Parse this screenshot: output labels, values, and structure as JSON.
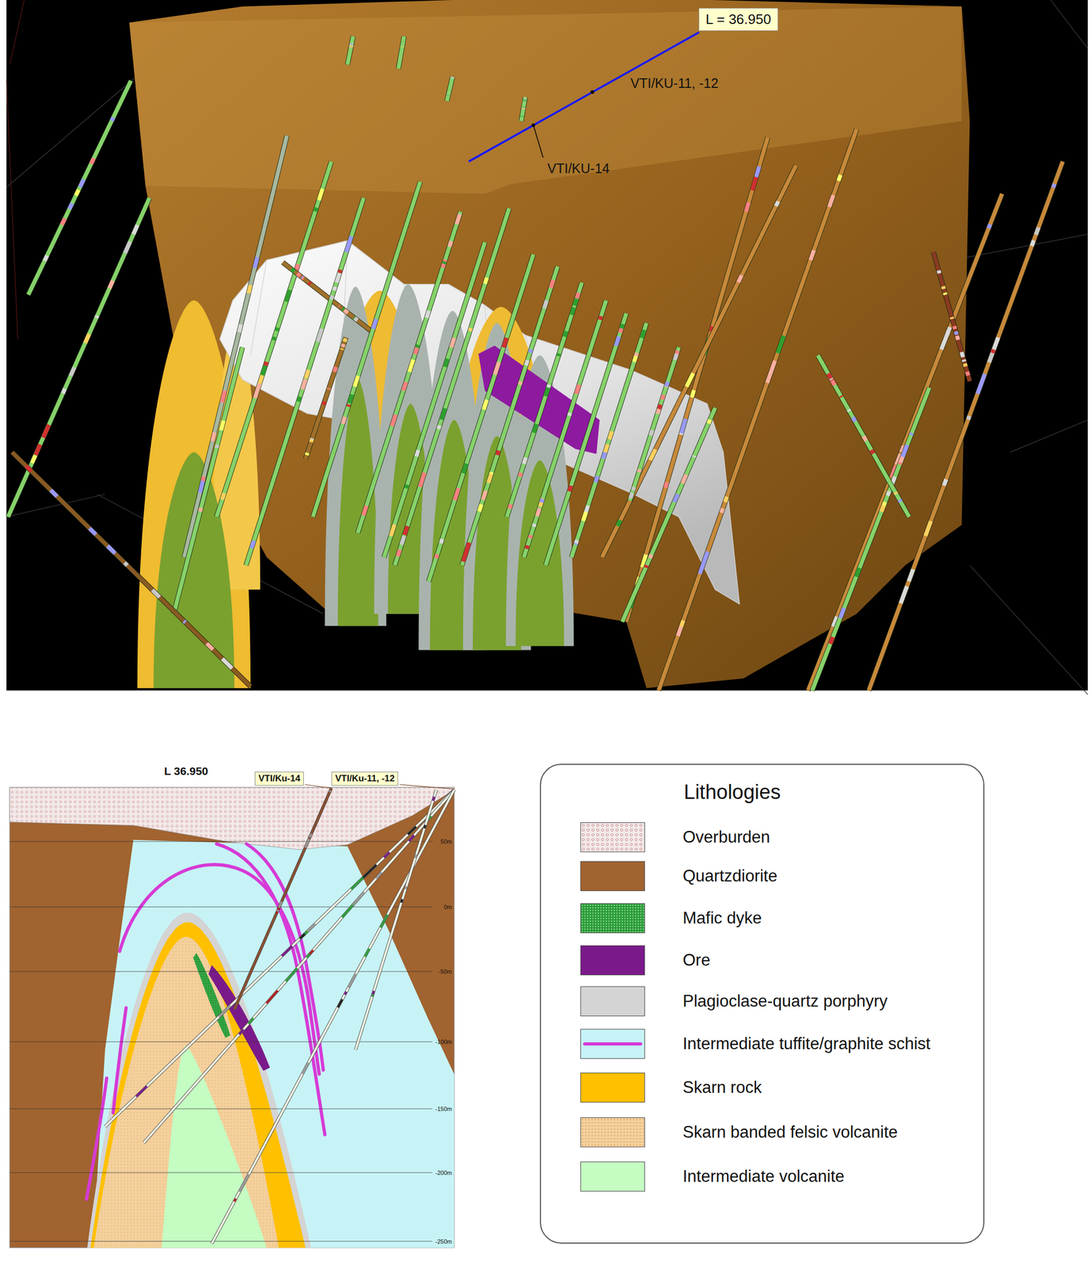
{
  "diagram": {
    "nodes": [
      {
        "text": [
          "L = 36.950"
        ]
      },
      {
        "text": [
          "VTI/Ku-14"
        ]
      },
      {
        "text": [
          "VTI/Ku-11, -12"
        ]
      },
      {
        "text": [
          "Lithologies"
        ]
      }
    ],
    "labels": [
      "VTI/KU-11, -12",
      "VTI/KU-14",
      "L 36.950",
      "50m",
      "0m",
      "-50m",
      "-100m",
      "-150m",
      "-200m",
      "-250m"
    ],
    "legend": [
      {
        "text": "Overburden",
        "color": "#f3e9e9"
      },
      {
        "text": "Quartzdiorite",
        "color": "#a1632f"
      },
      {
        "text": "Mafic dyke",
        "color": "#2a9d3a"
      },
      {
        "text": "Ore",
        "color": "#7a1a8a"
      },
      {
        "text": "Plagioclase-quartz porphyry",
        "color": "#d4d4d4"
      },
      {
        "text": "Intermediate tuffite/graphite schist",
        "color": "#c7f3f6"
      },
      {
        "text": "Skarn rock",
        "color": "#ffc000"
      },
      {
        "text": "Skarn banded felsic volcanite",
        "color": "#f4d09c"
      },
      {
        "text": "Intermediate volcanite",
        "color": "#c4fcc2"
      }
    ]
  }
}
